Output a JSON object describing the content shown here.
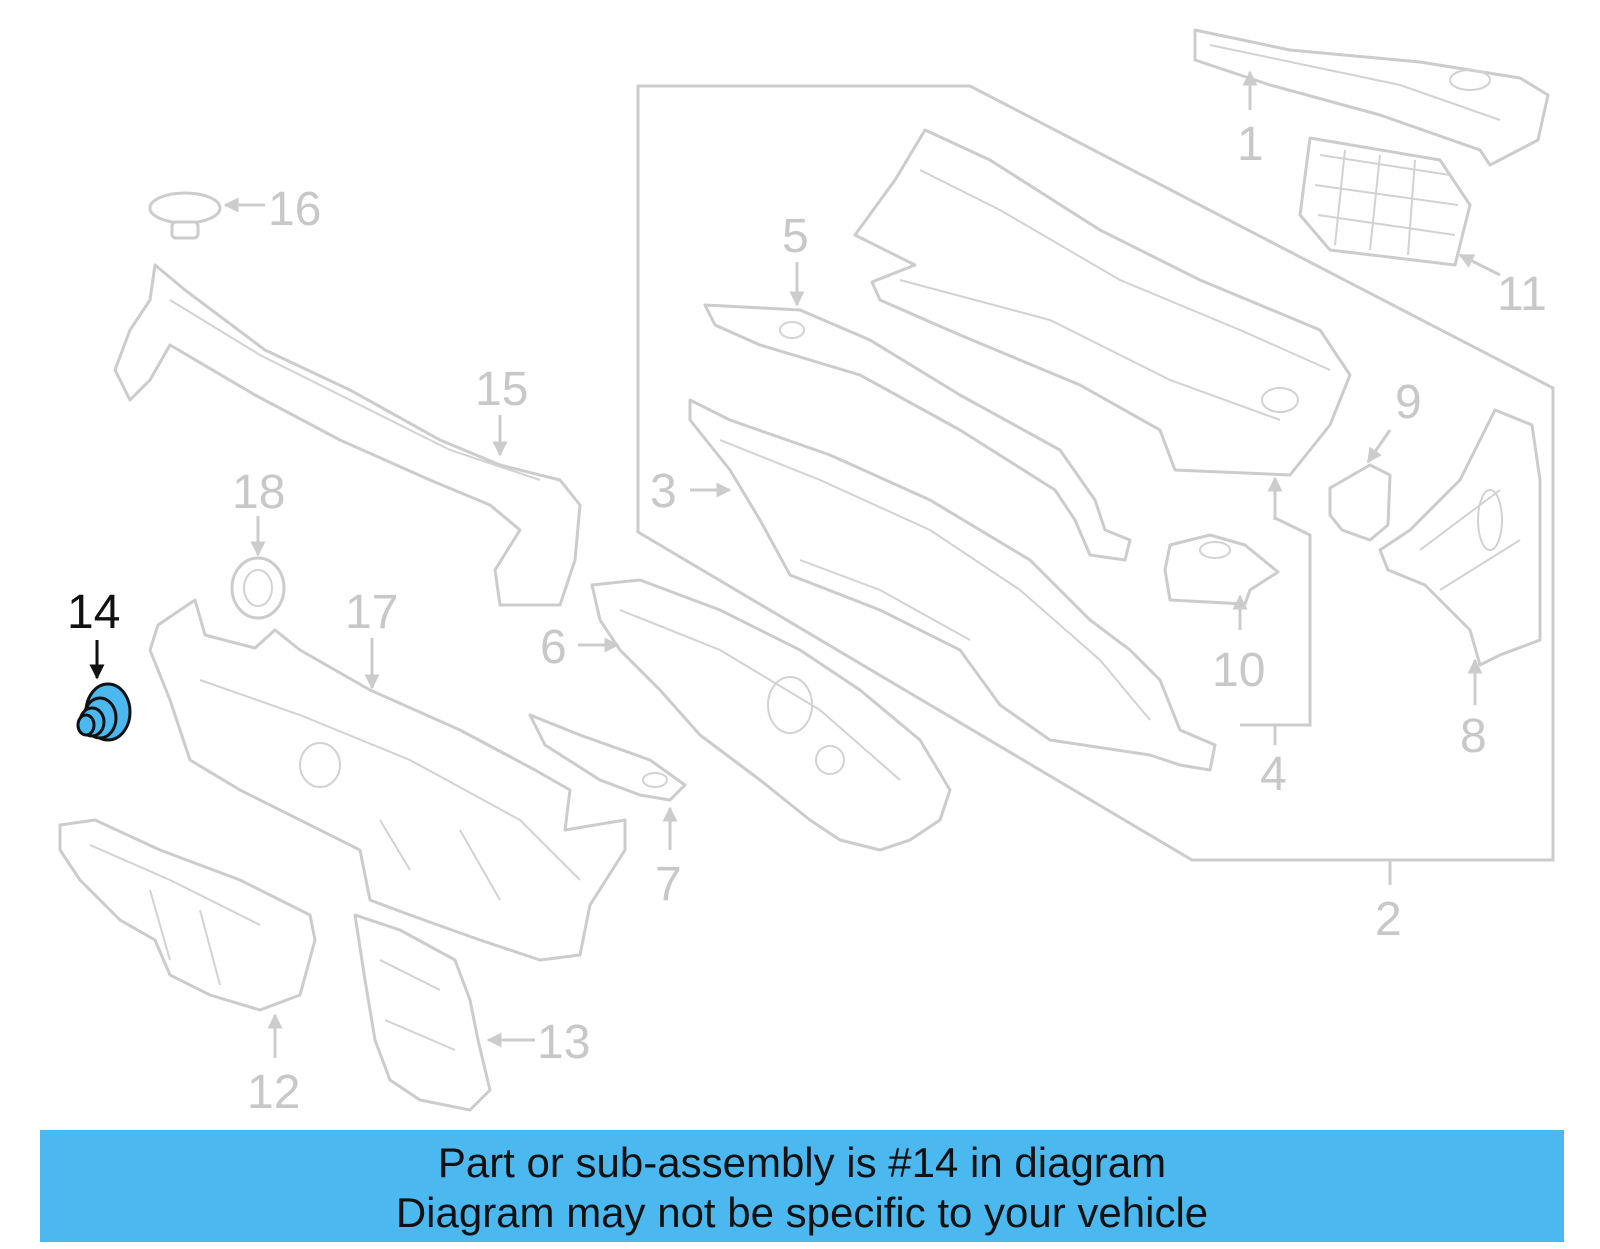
{
  "highlight_color": "#4bb8f0",
  "callouts": {
    "c1": "1",
    "c2": "2",
    "c3": "3",
    "c4": "4",
    "c5": "5",
    "c6": "6",
    "c7": "7",
    "c8": "8",
    "c9": "9",
    "c10": "10",
    "c11": "11",
    "c12": "12",
    "c13": "13",
    "c14": "14",
    "c15": "15",
    "c16": "16",
    "c17": "17",
    "c18": "18"
  },
  "banner": {
    "line1": "Part or sub-assembly is #14 in diagram",
    "line2": "Diagram may not be specific to your vehicle"
  }
}
